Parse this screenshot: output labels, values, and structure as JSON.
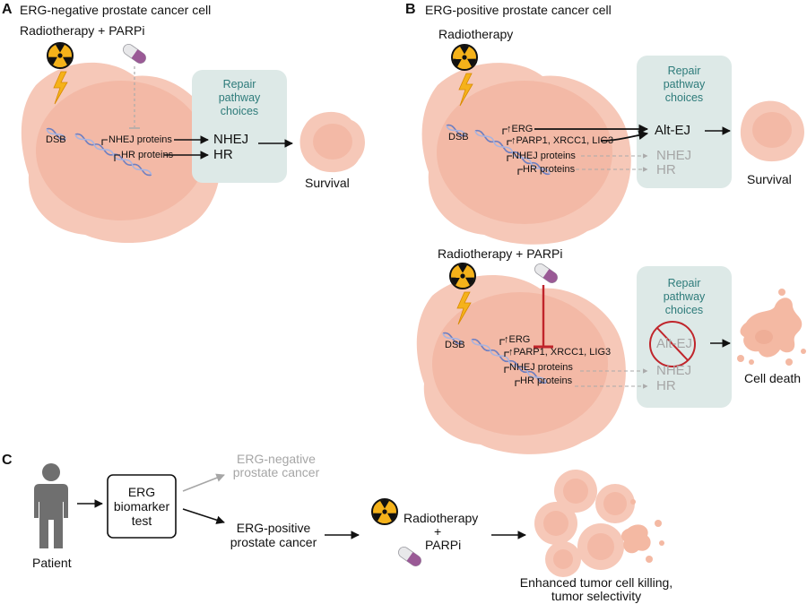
{
  "panel_a": {
    "letter": "A",
    "title": "ERG-negative prostate cancer cell",
    "treatment": "Radiotherapy + PARPi",
    "dsb": "DSB",
    "nhej_proteins": "NHEJ proteins",
    "hr_proteins": "HR proteins",
    "repair_box": [
      "Repair",
      "pathway",
      "choices"
    ],
    "nhej": "NHEJ",
    "hr": "HR",
    "outcome": "Survival"
  },
  "panel_b_top": {
    "letter": "B",
    "title": "ERG-positive prostate cancer cell",
    "treatment": "Radiotherapy",
    "dsb": "DSB",
    "erg": "↑ERG",
    "parp": "↑PARP1, XRCC1, LIG3",
    "nhej_proteins": "NHEJ proteins",
    "hr_proteins": "HR proteins",
    "repair_box": [
      "Repair",
      "pathway",
      "choices"
    ],
    "alt_ej": "Alt-EJ",
    "nhej": "NHEJ",
    "hr": "HR",
    "outcome": "Survival"
  },
  "panel_b_bottom": {
    "treatment": "Radiotherapy + PARPi",
    "dsb": "DSB",
    "erg": "↑ERG",
    "parp": "↑PARP1, XRCC1, LIG3",
    "nhej_proteins": "NHEJ proteins",
    "hr_proteins": "HR proteins",
    "repair_box": [
      "Repair",
      "pathway",
      "choices"
    ],
    "alt_ej": "Alt-EJ",
    "nhej": "NHEJ",
    "hr": "HR",
    "outcome": "Cell death"
  },
  "panel_c": {
    "letter": "C",
    "patient": "Patient",
    "test_box": [
      "ERG",
      "biomarker",
      "test"
    ],
    "erg_negative": [
      "ERG-negative",
      "prostate cancer"
    ],
    "erg_positive": [
      "ERG-positive",
      "prostate cancer"
    ],
    "radiotherapy": "Radiotherapy",
    "plus": "+",
    "parpi": "PARPi",
    "result": [
      "Enhanced tumor cell killing,",
      "tumor selectivity"
    ]
  },
  "colors": {
    "cell_outer": "#f6c8b8",
    "cell_inner": "#f3b9a6",
    "repair_box": "#dde9e7",
    "teal_text": "#2d7b7a",
    "grey_text": "#a6a6a6",
    "inhibitor_red": "#c0252b",
    "radiation_yellow": "#f5b21a",
    "dna_blue": "#6f7fc0",
    "pill_purple": "#9a5a96"
  },
  "icons": [
    "radiation-icon",
    "lightning-icon",
    "pill-icon",
    "person-icon",
    "dna-icon",
    "no-symbol-icon"
  ]
}
